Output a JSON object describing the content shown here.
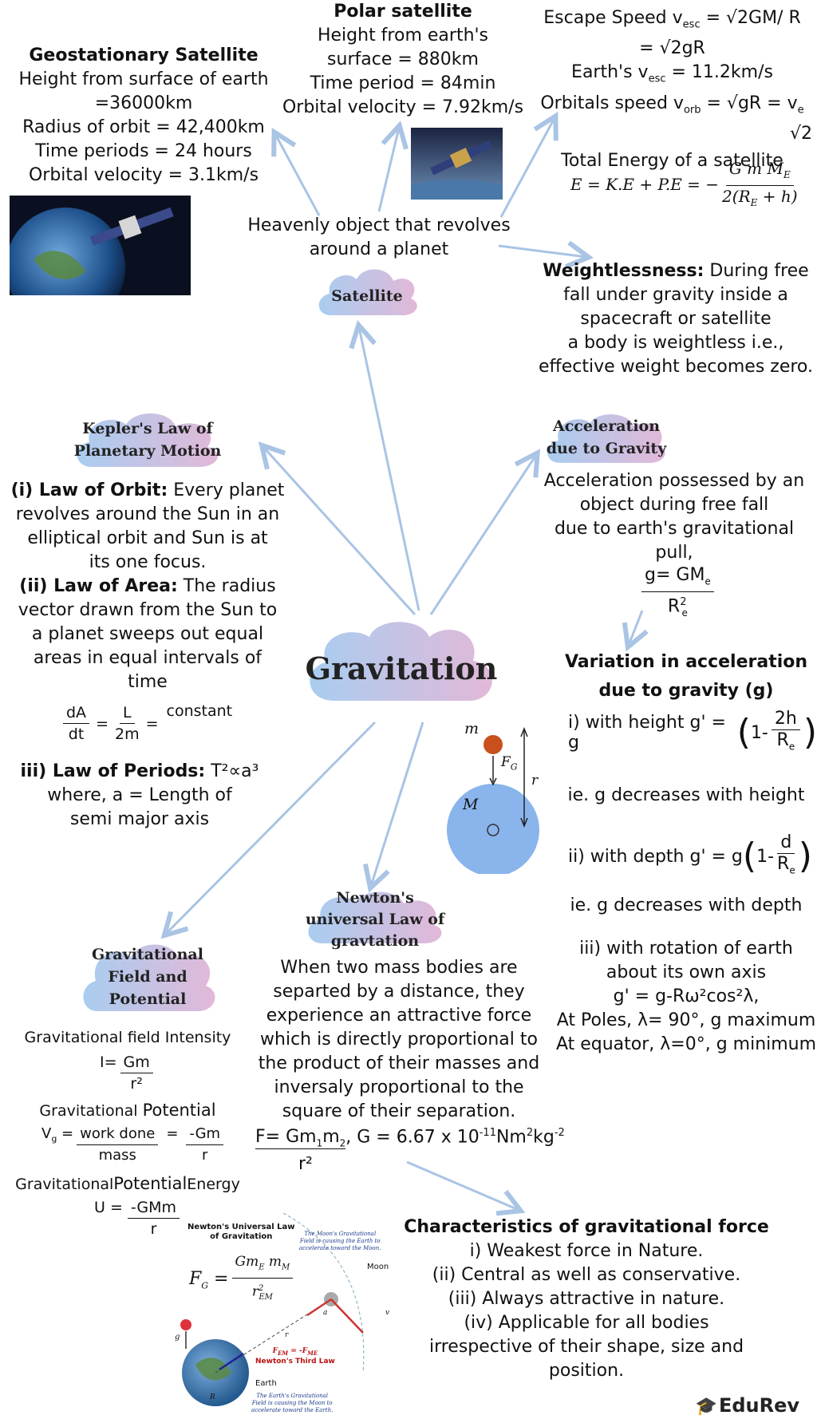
{
  "center": {
    "title": "Gravitation"
  },
  "satellite": {
    "cloud_label": "Satellite",
    "definition": [
      "Heavenly object that revolves",
      "around a planet"
    ]
  },
  "geo": {
    "title": "Geostationary Satellite",
    "lines": [
      "Height from surface of earth",
      "=36000km",
      "Radius of orbit = 42,400km",
      "Time periods = 24 hours",
      "Orbital velocity = 3.1km/s"
    ]
  },
  "polar": {
    "title": "Polar satellite",
    "lines": [
      "Height from earth's",
      "surface = 880km",
      "Time period = 84min",
      "Orbital velocity = 7.92km/s"
    ]
  },
  "escape": {
    "line1": "Escape Speed  v",
    "line1_sub": "esc",
    "line1_rest": " = √2GM/ R",
    "line2": "= √2gR",
    "line3": "Earth's v",
    "line3_sub": "esc",
    "line3_rest": " = 11.2km/s",
    "line4": "Orbitals speed  v",
    "line4_sub": "orb",
    "line4_rest": " = √gR = v",
    "line4_sub2": "e",
    "line5": "√2",
    "energy_title": "Total Energy of a satellite",
    "energy_formula": "E = K.E + P.E = −",
    "energy_num": "G m M",
    "energy_num_sub": "E",
    "energy_den": "2(R",
    "energy_den_sub": "E",
    "energy_den_rest": " + h)"
  },
  "weightless": {
    "title": "Weightlessness:",
    "title_rest": " During free",
    "lines": [
      "fall under gravity inside a",
      "spacecraft or satellite",
      "a body is weightless i.e.,",
      "effective weight becomes zero."
    ]
  },
  "kepler": {
    "cloud_label": [
      "Kepler's Law of",
      "Planetary Motion"
    ],
    "law1_title": "(i) Law of Orbit:",
    "law1_rest": " Every planet",
    "law1_lines": [
      "revolves around the Sun in an",
      "elliptical orbit and Sun is at",
      "its one focus."
    ],
    "law2_title": "(ii) Law of Area:",
    "law2_rest": " The radius",
    "law2_lines": [
      "vector drawn from the Sun to",
      "a planet sweeps out equal",
      "areas in equal intervals of",
      "time"
    ],
    "frac1_num": "dA",
    "frac1_den": "dt",
    "eq": "=",
    "frac2_num": "L",
    "frac2_den": "2m",
    "eq2": "=",
    "constant": "constant",
    "law3_title": "iii) Law of Periods:",
    "law3_rest": " T²∝a³",
    "law3_lines": [
      "where, a = Length of",
      "semi major axis"
    ]
  },
  "accel": {
    "cloud_label": [
      "Acceleration",
      "due to Gravity"
    ],
    "lines": [
      "Acceleration possessed by an",
      "object during free fall",
      "due to earth's gravitational",
      "pull,"
    ],
    "g_num": "g= GM",
    "g_num_sub": "e",
    "g_den": "R",
    "g_den_sup": "2",
    "g_den_sub": "e"
  },
  "variation": {
    "title": [
      "Variation in acceleration",
      "due to gravity (g)"
    ],
    "height_label": "i) with height  g' = g",
    "height_paren_open": "(",
    "height_one": "1-",
    "height_num": "2h",
    "height_den": "R",
    "height_den_sub": "e",
    "height_paren_close": ")",
    "height_note": "ie. g decreases with height",
    "depth_label": "ii) with depth  g' = g",
    "depth_one": "1-",
    "depth_num": "d",
    "depth_den": "R",
    "depth_den_sub": "e",
    "depth_note": "ie. g decreases with depth",
    "rotation_lines": [
      "iii) with rotation of earth",
      "about its own axis",
      "g' = g-Rω²cos²λ,",
      "At Poles, λ= 90°, g maximum",
      "At equator, λ=0°, g minimum"
    ]
  },
  "sphere_diagram": {
    "m": "m",
    "F": "F",
    "F_sub": "G",
    "r": "r",
    "M": "M"
  },
  "newton": {
    "cloud_label": [
      "Newton's",
      "universal Law of",
      "gravtation"
    ],
    "lines": [
      "When two mass bodies are",
      "separted by a distance, they",
      "experience an attractive force",
      "which is directly proportional to",
      "the product of their masses and",
      "inversaly proportional to the",
      "square of their separation."
    ],
    "formula": "F= Gm",
    "formula_sub1": "1",
    "formula_m2": "m",
    "formula_sub2": "2",
    "formula_rest": ", G = 6.67 x 10",
    "formula_exp": "-11",
    "formula_unit": "Nm",
    "formula_unit_exp": "2",
    "formula_kg": "kg",
    "formula_kg_exp": "-2",
    "formula_den": "r²"
  },
  "field": {
    "cloud_label": [
      "Gravitational",
      "Field and",
      "Potential"
    ],
    "intensity_title": "Gravitational field Intensity",
    "intensity_lhs": "I=",
    "intensity_num": "Gm",
    "intensity_den": "r²",
    "potential_title_a": "Gravitational ",
    "potential_title_b": "Potential",
    "vg": "V",
    "vg_sub": "g",
    "vg_eq": " =",
    "vg_num1": "work done",
    "vg_den1": "mass",
    "vg_eq2": "=",
    "vg_num2": "-Gm",
    "vg_den2": "r",
    "energy_title_a": "Gravitational",
    "energy_title_b": "Potential",
    "energy_title_c": "Energy",
    "u_lhs": "U =",
    "u_num": "-GMm",
    "u_den": "r"
  },
  "earth_moon": {
    "title": [
      "Newton's Universal Law",
      "of Gravitation"
    ],
    "f": "F",
    "f_sub": "G",
    "num": "Gm",
    "num_sub": "E",
    "num_m": " m",
    "num_sub2": "M",
    "den": "r",
    "den_sub": "EM",
    "den_sup": "2",
    "moon_note": [
      "The Moon's Gravitational",
      "Field is causing the Earth to",
      "accelerate toward the Moon."
    ],
    "moon": "Moon",
    "earth": "Earth",
    "third_law_a": "F",
    "third_law_sub": "EM",
    "third_law_mid": " = -F",
    "third_law_sub2": "ME",
    "third_law_label": "Newton's Third Law",
    "earth_note": [
      "The Earth's Gravitational",
      "Field is causing the Moon to",
      "accelerate toward the Earth."
    ],
    "g": "g",
    "rem": "r",
    "am": "a",
    "v": "v",
    "re": "R"
  },
  "characteristics": {
    "title": "Characteristics of gravitational force",
    "lines": [
      "i) Weakest force in Nature.",
      "(ii) Central as well as conservative.",
      "(iii) Always attractive in nature.",
      "(iv) Applicable for all bodies",
      "irrespective of their shape, size and",
      "position."
    ]
  },
  "brand": {
    "name": "EduRev"
  },
  "colors": {
    "arrow": "#a9c4e4",
    "cloud_blue": "#a9cdf0",
    "cloud_pink": "#e2b8d8",
    "sphere": "#8ab4ec"
  }
}
